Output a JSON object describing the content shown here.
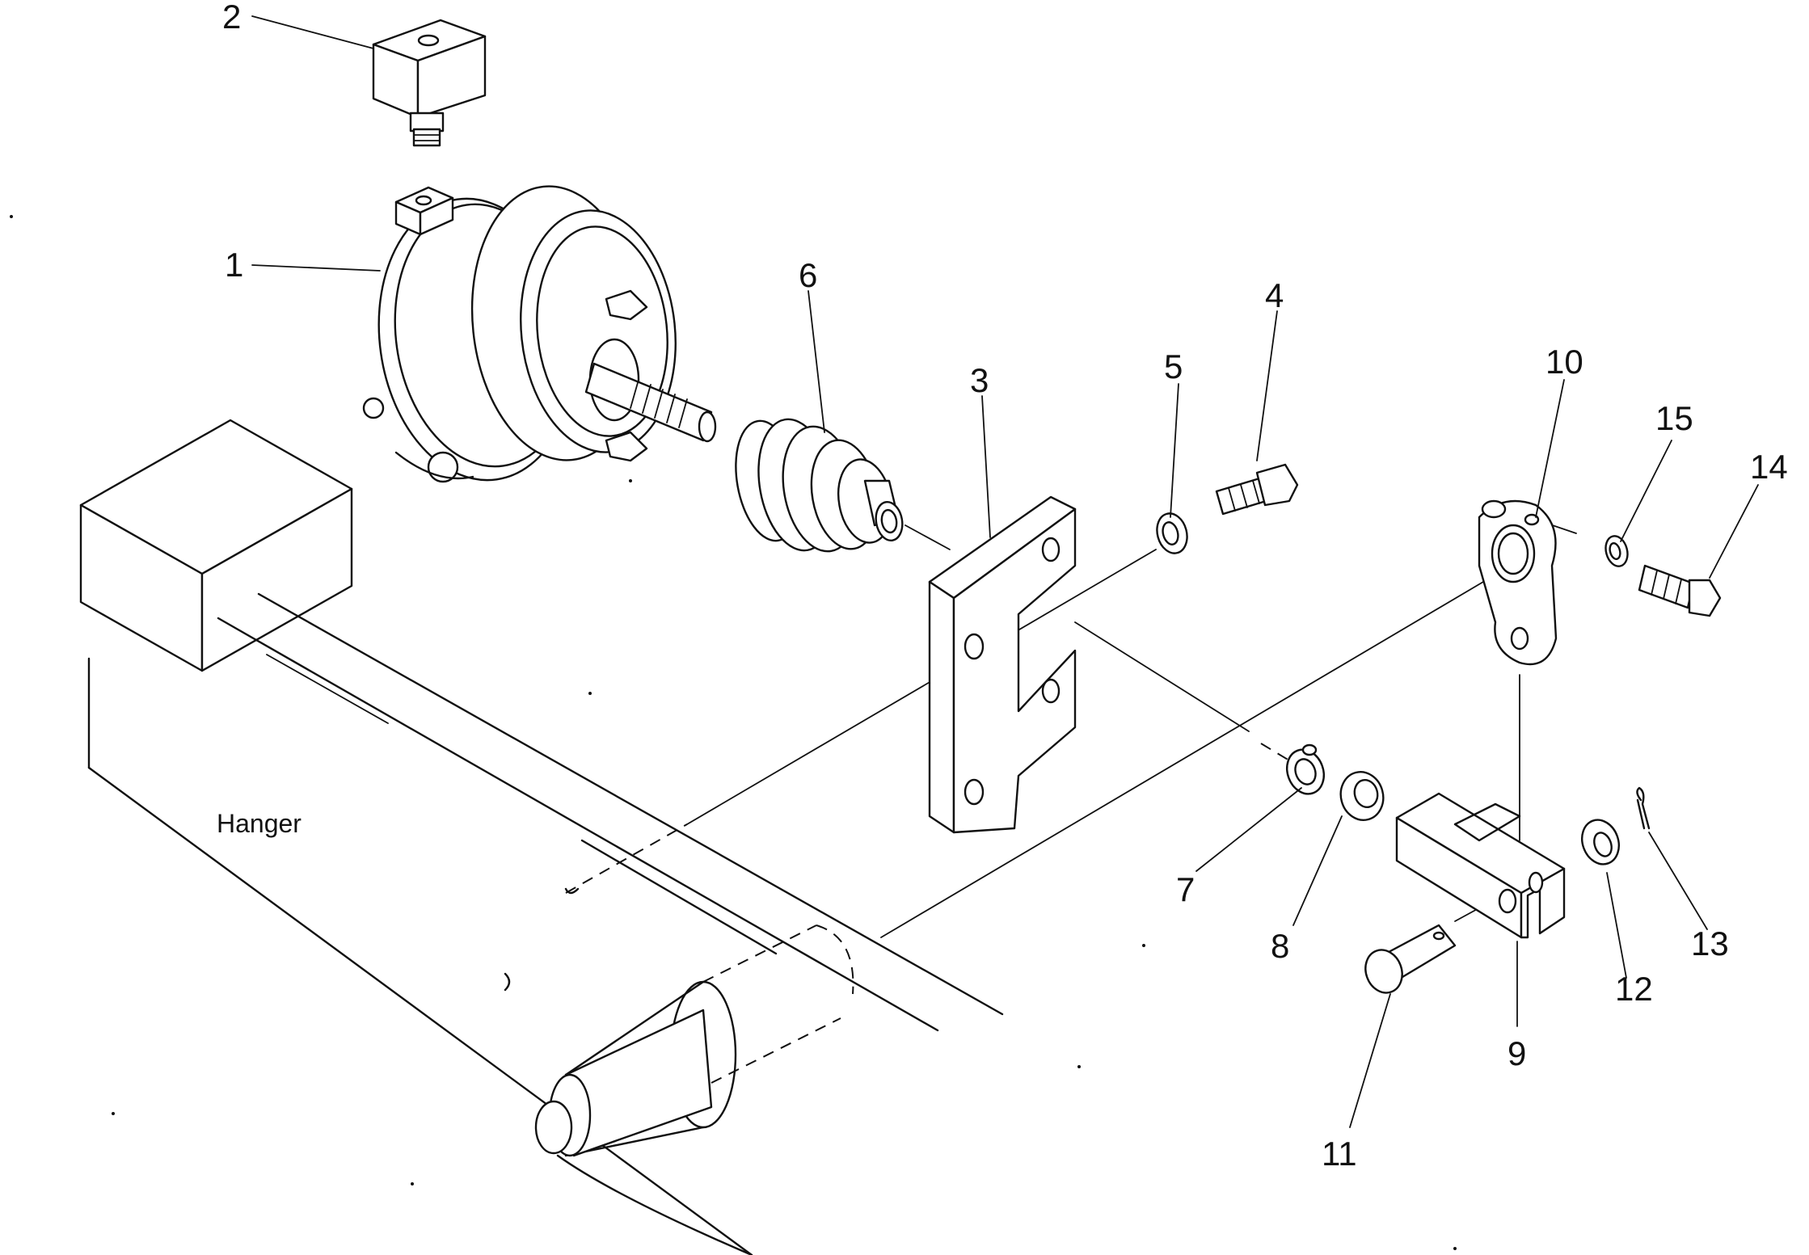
{
  "callouts": {
    "c1": "1",
    "c2": "2",
    "c3": "3",
    "c4": "4",
    "c5": "5",
    "c6": "6",
    "c7": "7",
    "c8": "8",
    "c9": "9",
    "c10": "10",
    "c11": "11",
    "c12": "12",
    "c13": "13",
    "c14": "14",
    "c15": "15"
  },
  "labels": {
    "hanger": "Hanger"
  }
}
